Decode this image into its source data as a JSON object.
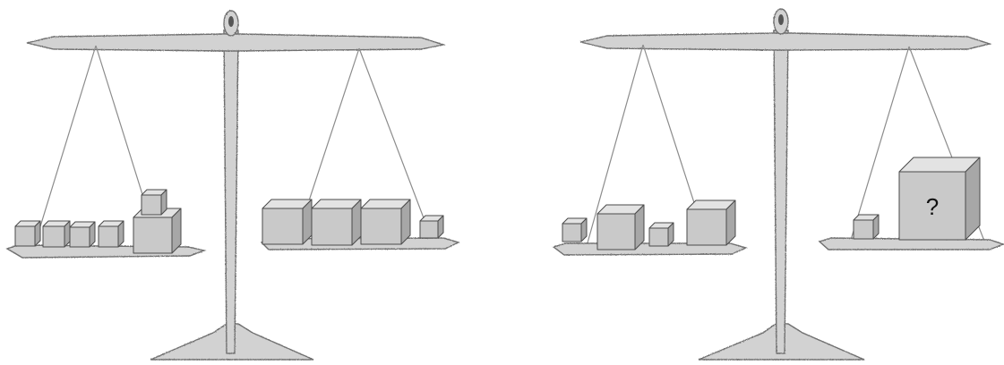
{
  "scene": {
    "background": "#ffffff",
    "colors": {
      "wood_fill": "#d2d2d2",
      "wood_stroke": "#6f6f6f",
      "rope": "#8c8c8c",
      "cube_front": "#c9c9c9",
      "cube_top": "#e3e3e3",
      "cube_side": "#a7a7a7",
      "cube_edge": "#4a4a4a",
      "label_text": "#111111"
    }
  },
  "scales": [
    {
      "id": "scale-1",
      "left_pan": {
        "cubes": [
          "small",
          "small",
          "small",
          "small",
          "large",
          "small"
        ]
      },
      "right_pan": {
        "cubes": [
          "large",
          "large",
          "large",
          "small"
        ]
      }
    },
    {
      "id": "scale-2",
      "left_pan": {
        "cubes": [
          "small",
          "large",
          "small",
          "large"
        ]
      },
      "right_pan": {
        "cubes": [
          "small",
          "unknown"
        ]
      },
      "unknown_label": "?"
    }
  ]
}
